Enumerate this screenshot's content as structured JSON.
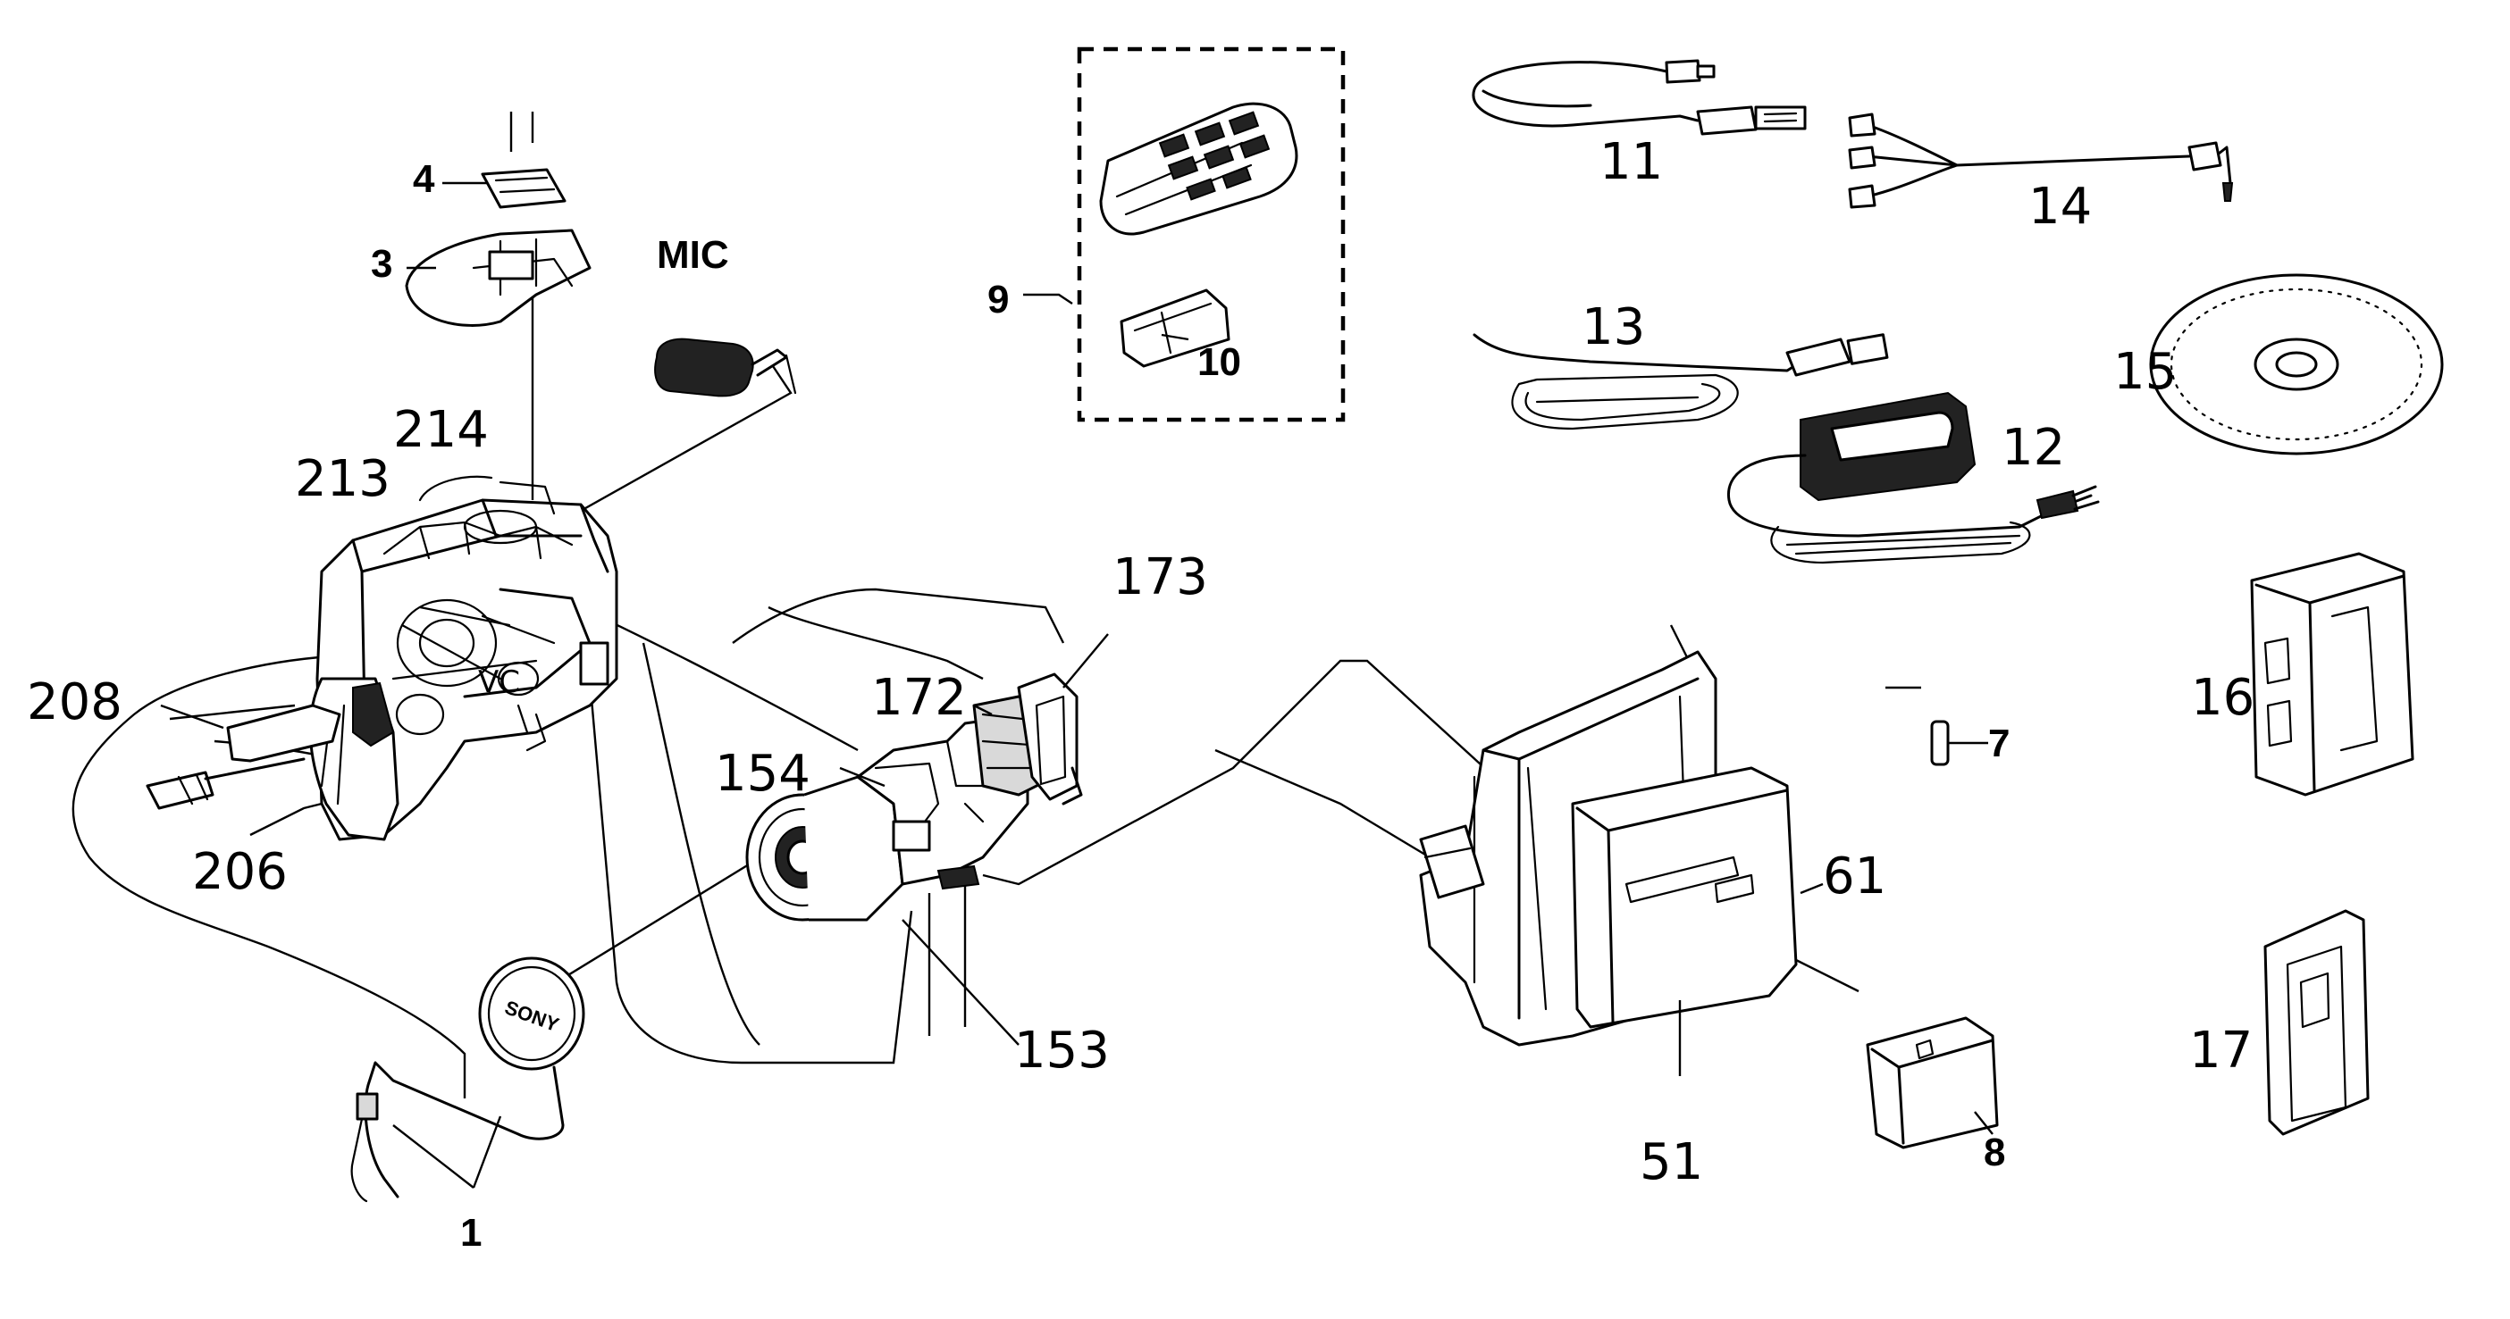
{
  "parts": [
    {
      "id": "p1",
      "label": "1",
      "style": "bold"
    },
    {
      "id": "p3",
      "label": "3",
      "style": "bold"
    },
    {
      "id": "p4",
      "label": "4",
      "style": "bold"
    },
    {
      "id": "p7",
      "label": "7",
      "style": "bold"
    },
    {
      "id": "p8",
      "label": "8",
      "style": "bold"
    },
    {
      "id": "p9",
      "label": "9",
      "style": "bold"
    },
    {
      "id": "p10",
      "label": "10",
      "style": "bold"
    },
    {
      "id": "mic",
      "label": "MIC",
      "style": "bold"
    },
    {
      "id": "p11",
      "label": "11",
      "style": "hand"
    },
    {
      "id": "p12",
      "label": "12",
      "style": "hand"
    },
    {
      "id": "p13",
      "label": "13",
      "style": "hand"
    },
    {
      "id": "p14",
      "label": "14",
      "style": "hand"
    },
    {
      "id": "p15",
      "label": "15",
      "style": "hand"
    },
    {
      "id": "p16",
      "label": "16",
      "style": "hand"
    },
    {
      "id": "p17",
      "label": "17",
      "style": "hand"
    },
    {
      "id": "p51",
      "label": "51",
      "style": "hand"
    },
    {
      "id": "p61",
      "label": "61",
      "style": "hand"
    },
    {
      "id": "p153",
      "label": "153",
      "style": "hand"
    },
    {
      "id": "p154",
      "label": "154",
      "style": "hand"
    },
    {
      "id": "p172",
      "label": "172",
      "style": "hand"
    },
    {
      "id": "p173",
      "label": "173",
      "style": "hand"
    },
    {
      "id": "p206",
      "label": "206",
      "style": "hand"
    },
    {
      "id": "p208",
      "label": "208",
      "style": "hand"
    },
    {
      "id": "p213",
      "label": "213",
      "style": "hand"
    },
    {
      "id": "p214",
      "label": "214",
      "style": "hand"
    }
  ],
  "decor": {
    "body_marking": "VC",
    "brand_mark": "SONY"
  }
}
